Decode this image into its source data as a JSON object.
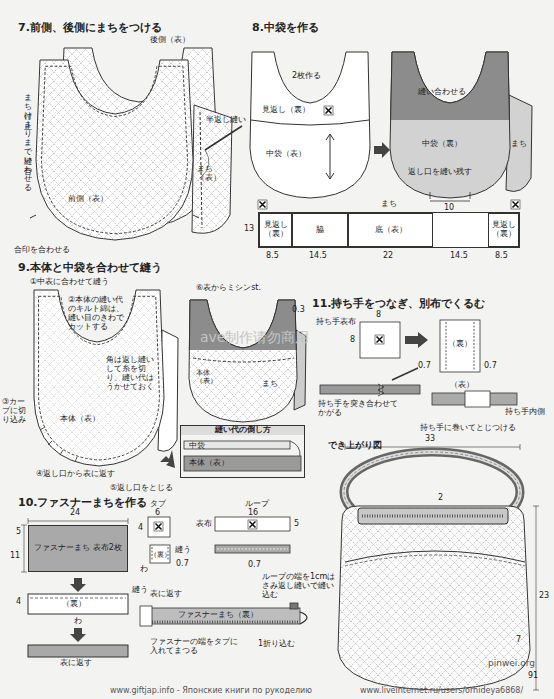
{
  "diagram": {
    "nodes": [
      {
        "text": [
          "まち"
        ]
      },
      {
        "text": [
          "見返し（裏）"
        ],
        "in": 0
      },
      {
        "text": [
          "脇"
        ],
        "in": 0
      },
      {
        "text": [
          "底（表）"
        ],
        "in": 0
      },
      {
        "text": [
          "見返し（裏）"
        ],
        "in": 0
      },
      {
        "text": [
          "縫い代の倒し方",
          "中袋",
          "本体（表）"
        ]
      },
      {
        "text": [
          "ファスナーまち 表布2枚"
        ]
      }
    ],
    "labels": [
      "7.前側、後側にまちをつける",
      "後側（表）",
      "まち付け止まりまで縫い合わせる",
      "半返し縫い",
      "前側（表）",
      "まち（表）",
      "合印を合わせる",
      "8.中袋を作る",
      "2枚作る",
      "見返し（裏）",
      "中袋（表）",
      "縫い合わせる",
      "中袋（裏）",
      "返し口を縫い残す",
      "まち",
      "10",
      "13",
      "8.5",
      "14.5",
      "22",
      "14.5",
      "8.5",
      "9.本体と中袋を合わせて縫う",
      "①中表に合わせて縫う",
      "②本体の縫い代のキルト綿は、縫い目のきわでカットする",
      "③カーブに切り込み",
      "本体（表）",
      "角は返し縫いして糸を切り、縫い代はうかせておく",
      "④返し口から表に返す",
      "⑤返し口をとじる",
      "⑥表からミシンst.",
      "0.3",
      "本体（表）",
      "まち",
      "ave制作请勿商用",
      "10.ファスナーまちを作る",
      "24",
      "5",
      "11",
      "4",
      "縫う",
      "わ",
      "（裏）",
      "表に返す",
      "タブ",
      "6",
      "4",
      "表布",
      "ループ",
      "16",
      "5",
      "縫う",
      "わ",
      "（裏）",
      "0.7",
      "表に返す",
      "0.7",
      "ファスナーまち（裏）",
      "ループの端を1cmはさみ返し縫いで縫い込む",
      "ファスナーの端をタブに入れてまつる",
      "1折り込む",
      "11.持ち手をつなぎ、別布でくるむ",
      "持ち手表布",
      "8",
      "8",
      "（裏）",
      "0.7",
      "0.7",
      "持ち手を突き合わせてかがる",
      "（表）",
      "持ち手内側",
      "持ち手に巻いてとじつける",
      "でき上がり図",
      "33",
      "2",
      "23",
      "7",
      "www.giftjap.info - Японские книги по рукоделию",
      "www.liveinternet.ru/users/orhideya6868/",
      "91",
      "pinwei.org"
    ]
  }
}
